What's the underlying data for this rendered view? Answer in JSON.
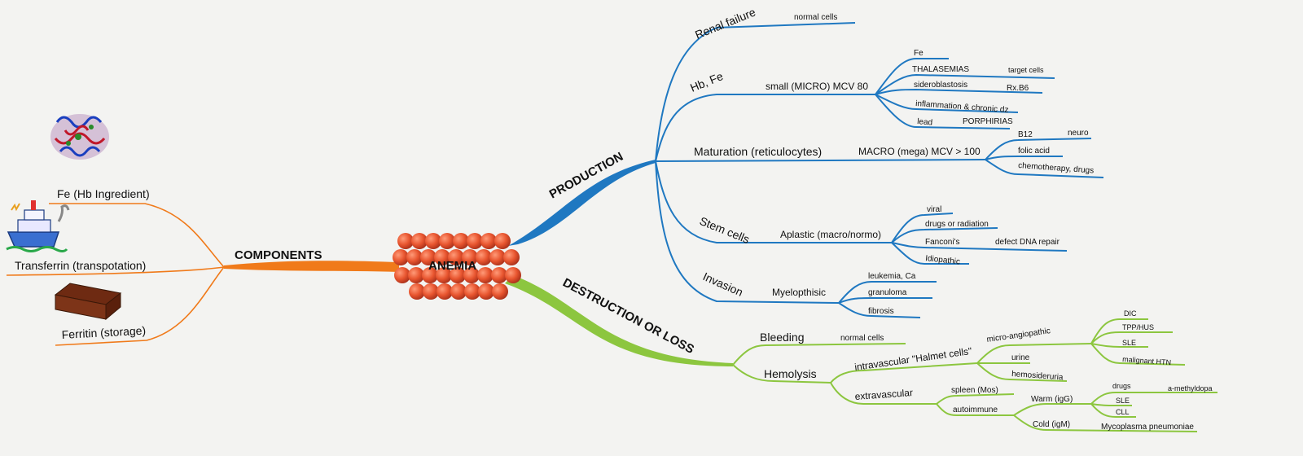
{
  "center": {
    "label": "ANEMIA",
    "color": "#e8552f"
  },
  "colors": {
    "components": "#f07a1a",
    "production": "#1f78c1",
    "destruction": "#8cc63f"
  },
  "components": {
    "title": "COMPONENTS",
    "fe": "Fe (Hb Ingredient)",
    "transferrin": "Transferrin (transpotation)",
    "ferritin": "Ferritin (storage)"
  },
  "production": {
    "title": "PRODUCTION",
    "renal": {
      "label": "Renal failure",
      "child": "normal cells"
    },
    "hb": {
      "label": "Hb, Fe",
      "mcv": "small (MICRO) MCV 80",
      "fe": "Fe",
      "thal": "THALASEMIAS",
      "target": "target cells",
      "sidero": "sideroblastosis",
      "rxb6": "Rx.B6",
      "inflam": "inflammation & chronic dz",
      "lead": "lead",
      "porph": "PORPHIRIAS"
    },
    "maturation": {
      "label": "Maturation (reticulocytes)",
      "mcv": "MACRO (mega) MCV > 100",
      "b12": "B12",
      "neuro": "neuro",
      "folic": "folic acid",
      "chemo": "chemotherapy, drugs"
    },
    "stem": {
      "label": "Stem cells",
      "aplastic": "Aplastic (macro/normo)",
      "viral": "viral",
      "drugs": "drugs or radiation",
      "fanconi": "Fanconi's",
      "dna": "defect DNA repair",
      "idio": "Idiopathic"
    },
    "invasion": {
      "label": "Invasion",
      "myelo": "Myelopthisic",
      "leuk": "leukemia, Ca",
      "gran": "granuloma",
      "fib": "fibrosis"
    }
  },
  "destruction": {
    "title": "DESTRUCTION OR LOSS",
    "bleeding": {
      "label": "Bleeding",
      "child": "normal cells"
    },
    "hemolysis": {
      "label": "Hemolysis",
      "intra": "intravascular \"Halmet cells\"",
      "micro": "micro-angiopathic",
      "dic": "DIC",
      "ttp": "TPP/HUS",
      "sle": "SLE",
      "htn": "malignant HTN",
      "urine": "urine",
      "hemo": "hemosideruria",
      "extra": "extravascular",
      "spleen": "spleen (Mos)",
      "auto": "autoimmune",
      "warm": "Warm (igG)",
      "drugs": "drugs",
      "methyl": "a-methyldopa",
      "sle2": "SLE",
      "cll": "CLL",
      "cold": "Cold (igM)",
      "myco": "Mycoplasma pneumoniae"
    }
  }
}
